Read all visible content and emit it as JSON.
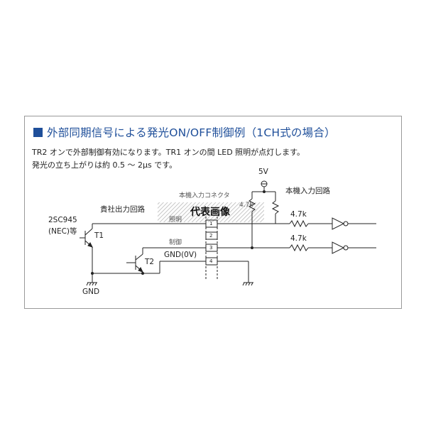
{
  "heading": "外部同期信号による発光ON/OFF制御例（1CH式の場合）",
  "description_lines": [
    "TR2 オンで外部制御有効になります。TR1 オンの間 LED 照明が点灯します。",
    "発光の立ち上がりは約 0.5 ～ 2μs です。"
  ],
  "labels": {
    "supply_5v": "5V",
    "main_input_circuit": "本機入力回路",
    "main_input_connector": "本機入力コネクタ",
    "your_output_circuit": "貴社出力回路",
    "lighting": "照明",
    "control": "制御",
    "gnd_0v": "GND(0V)",
    "transistor_model": "2SC945",
    "transistor_maker": "(NEC)等",
    "t1": "T1",
    "t2": "T2",
    "gnd": "GND",
    "resistor_top_partial": "4.7k",
    "resistor_1": "4.7k",
    "resistor_2": "4.7k",
    "watermark": "代表画像"
  },
  "connector_pins": [
    "1",
    "2",
    "3",
    "4"
  ],
  "colors": {
    "heading": "#1f4f9a",
    "line": "#222222",
    "border": "#9a9a9a",
    "hatch": "#b8b8b8"
  }
}
